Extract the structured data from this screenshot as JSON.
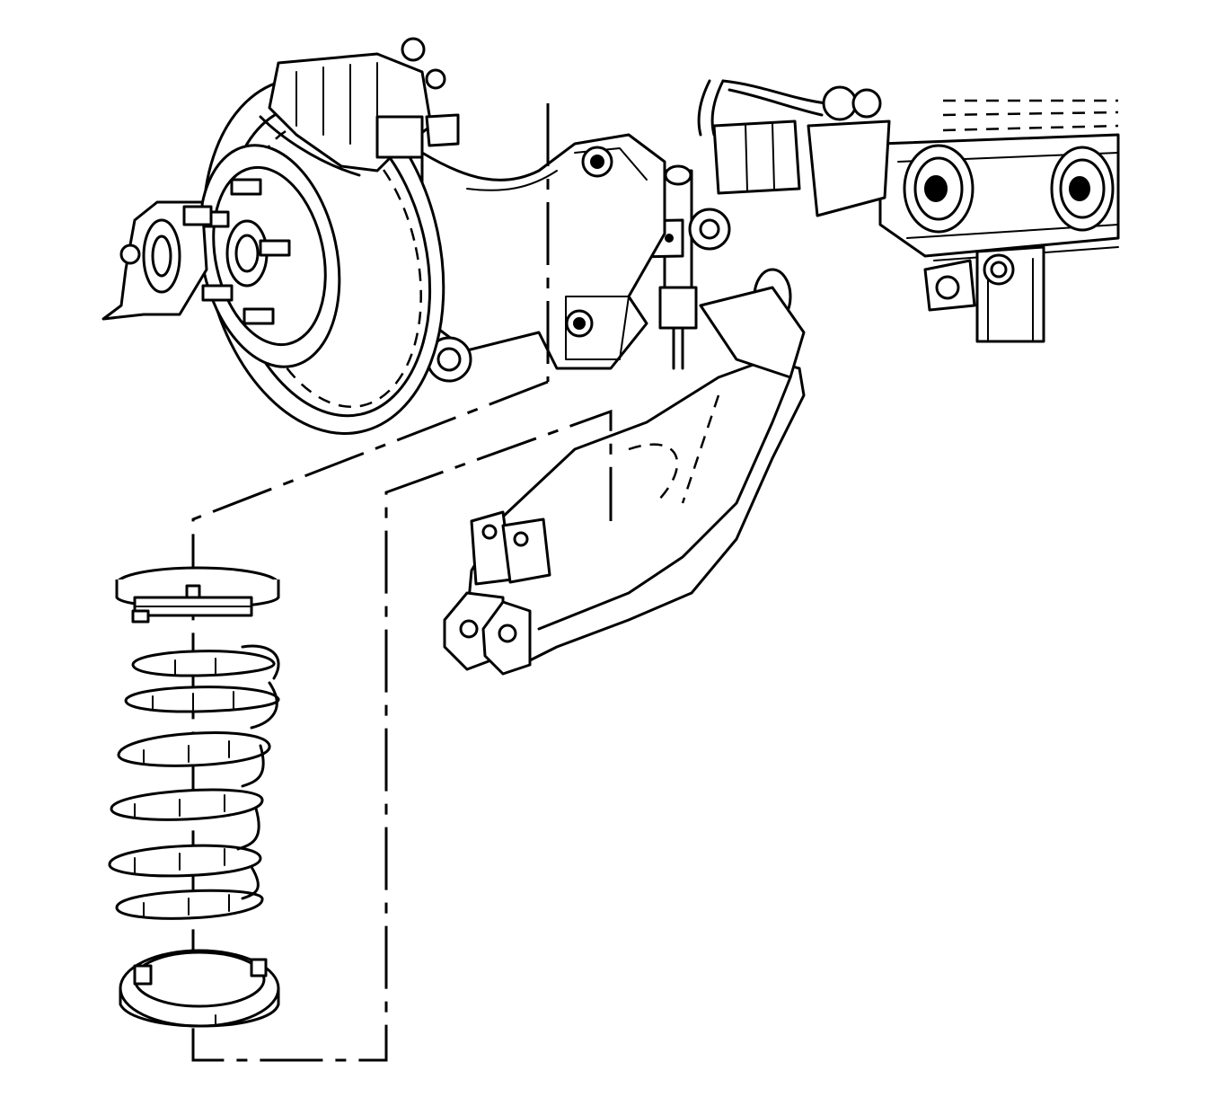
{
  "diagram": {
    "colors": {
      "line": "#000000",
      "background": "#ffffff"
    },
    "components": [
      "brake-rotor",
      "brake-caliper",
      "wheel-hub",
      "knuckle",
      "axle-shaft",
      "stabilizer-link",
      "crossmember",
      "lower-control-arm",
      "upper-spring-insulator",
      "coil-spring",
      "lower-spring-insulator"
    ]
  }
}
